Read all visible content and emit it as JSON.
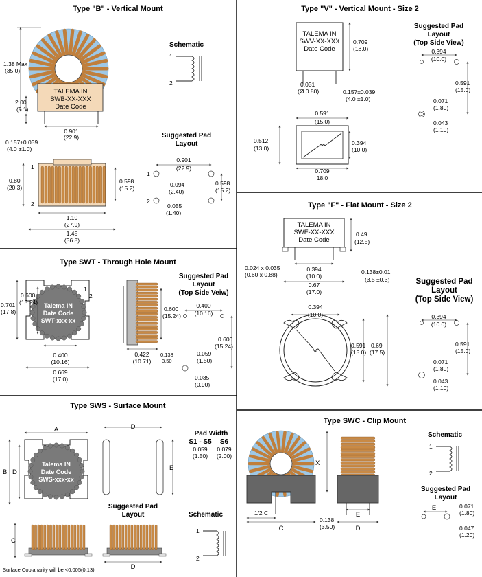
{
  "panel_b": {
    "title": "Type \"B\" - Vertical Mount",
    "case_text": [
      "TALEMA IN",
      "SWB-XX-XXX",
      "Date Code"
    ],
    "schematic_title": "Schematic",
    "pin1": "1",
    "pin2": "2",
    "pad_title": [
      "Suggested Pad",
      "Layout"
    ],
    "dims": {
      "height_max": "1.38 Max",
      "height_max_mm": "(35.0)",
      "base": "2.00",
      "base_mm": "(5.1)",
      "lead": "0.157±0.039",
      "lead_mm": "(4.0 ±1.0)",
      "width": "0.901",
      "width_mm": "(22.9)",
      "side_h": "0.80",
      "side_h_mm": "(20.3)",
      "side_pin": "0.598",
      "side_pin_mm": "(15.2)",
      "len1": "1.10",
      "len1_mm": "(27.9)",
      "len2": "1.45",
      "len2_mm": "(36.8)",
      "pad_w": "0.901",
      "pad_w_mm": "(22.9)",
      "pad_d1": "0.094",
      "pad_d1_mm": "(2.40)",
      "pad_d2": "0.055",
      "pad_d2_mm": "(1.40)",
      "pad_h": "0.598",
      "pad_h_mm": "(15.2)"
    }
  },
  "panel_v": {
    "title": "Type \"V\" - Vertical Mount - Size 2",
    "case_text": [
      "TALEMA IN",
      "SWV-XX-XXX",
      "Date Code"
    ],
    "pad_title": [
      "Suggested Pad",
      "Layout",
      "(Top Side View)"
    ],
    "dims": {
      "h": "0.709",
      "h_mm": "(18.0)",
      "lead_d": "0.031",
      "lead_d_mm": "(Ø 0.80)",
      "lead": "0.157±0.039",
      "lead_mm": "(4.0 ±1.0)",
      "top_w": "0.591",
      "top_w_mm": "(15.0)",
      "top_h": "0.512",
      "top_h_mm": "(13.0)",
      "top_in": "0.394",
      "top_in_mm": "(10.0)",
      "bot_w": "0.709",
      "bot_w_mm": "18.0",
      "pad_w": "0.394",
      "pad_w_mm": "(10.0)",
      "pad_h": "0.591",
      "pad_h_mm": "(15.0)",
      "pad_d1": "0.071",
      "pad_d1_mm": "(1.80)",
      "pad_d2": "0.043",
      "pad_d2_mm": "(1.10)"
    }
  },
  "panel_swt": {
    "title": "Type SWT - Through Hole Mount",
    "case_text": [
      "Talema IN",
      "Date Code",
      "SWT-xxx-xx"
    ],
    "pad_title": [
      "Suggested Pad",
      "Layout",
      "(Top Side Veiw)"
    ],
    "pin1": "1",
    "pin2": "2",
    "dims": {
      "outer_h": "0.701",
      "outer_h_mm": "(17.8)",
      "inner_h": "0.600",
      "inner_h_mm": "(15.24)",
      "inner_w": "0.400",
      "inner_w_mm": "(10.16)",
      "outer_w": "0.669",
      "outer_w_mm": "(17.0)",
      "side_h": "0.600",
      "side_h_mm": "(15.24)",
      "side_w": "0.422",
      "side_w_mm": "(10.71)",
      "side_l": "0.138",
      "side_l_mm": "3.50",
      "pad_w": "0.400",
      "pad_w_mm": "(10.16)",
      "pad_h": "0.600",
      "pad_h_mm": "(15.24)",
      "pad_d1": "0.059",
      "pad_d1_mm": "(1.50)",
      "pad_d2": "0.035",
      "pad_d2_mm": "(0.90)"
    }
  },
  "panel_f": {
    "title": "Type \"F\" - Flat Mount - Size 2",
    "case_text": [
      "TALEMA IN",
      "SWF-XX-XXX",
      "Date Code"
    ],
    "pad_title": [
      "Suggested Pad",
      "Layout",
      "(Top Side View)"
    ],
    "dims": {
      "h": "0.49",
      "h_mm": "(12.5)",
      "lead": "0.024 x 0.035",
      "lead_mm": "(0.60 x 0.88)",
      "inner": "0.394",
      "inner_mm": "(10.0)",
      "outer": "0.67",
      "outer_mm": "(17.0)",
      "standoff": "0.138±0.01",
      "standoff_mm": "(3.5 ±0.3)",
      "top_w": "0.394",
      "top_w_mm": "(10.0)",
      "top_h1": "0.591",
      "top_h1_mm": "(15.0)",
      "top_h2": "0.69",
      "top_h2_mm": "(17.5)",
      "pad_w": "0.394",
      "pad_w_mm": "(10.0)",
      "pad_h": "0.591",
      "pad_h_mm": "(15.0)",
      "pad_d1": "0.071",
      "pad_d1_mm": "(1.80)",
      "pad_d2": "0.043",
      "pad_d2_mm": "(1.10)"
    }
  },
  "panel_sws": {
    "title": "Type SWS - Surface Mount",
    "case_text": [
      "Talema IN",
      "Date Code",
      "SWS-xxx-xx"
    ],
    "labels": {
      "a": "A",
      "b": "B",
      "c": "C",
      "d": "D",
      "e": "E"
    },
    "pad_width": {
      "title": "Pad Width",
      "col1": "S1 - S5",
      "col2": "S6",
      "v1": "0.059",
      "v1_mm": "(1.50)",
      "v2": "0.079",
      "v2_mm": "(2.00)"
    },
    "pad_title": [
      "Suggested Pad",
      "Layout"
    ],
    "schematic_title": "Schematic",
    "pin1": "1",
    "pin2": "2",
    "note": "Surface Coplanarity will be <0.005(0.13)"
  },
  "panel_swc": {
    "title": "Type SWC - Clip Mount",
    "schematic_title": "Schematic",
    "pin1": "1",
    "pin2": "2",
    "pad_title": [
      "Suggested Pad",
      "Layout"
    ],
    "labels": {
      "x": "X",
      "half_c": "1/2 C",
      "c": "C",
      "d": "D",
      "e": "E"
    },
    "dims": {
      "lead": "0.138",
      "lead_mm": "(3.50)",
      "pad_d1": "0.071",
      "pad_d1_mm": "(1.80)",
      "pad_d2": "0.047",
      "pad_d2_mm": "(1.20)"
    }
  },
  "colors": {
    "copper": "#d1995a",
    "core": "#9ec8e6",
    "case": "#f4d9b8",
    "clip_case": "#666666"
  }
}
